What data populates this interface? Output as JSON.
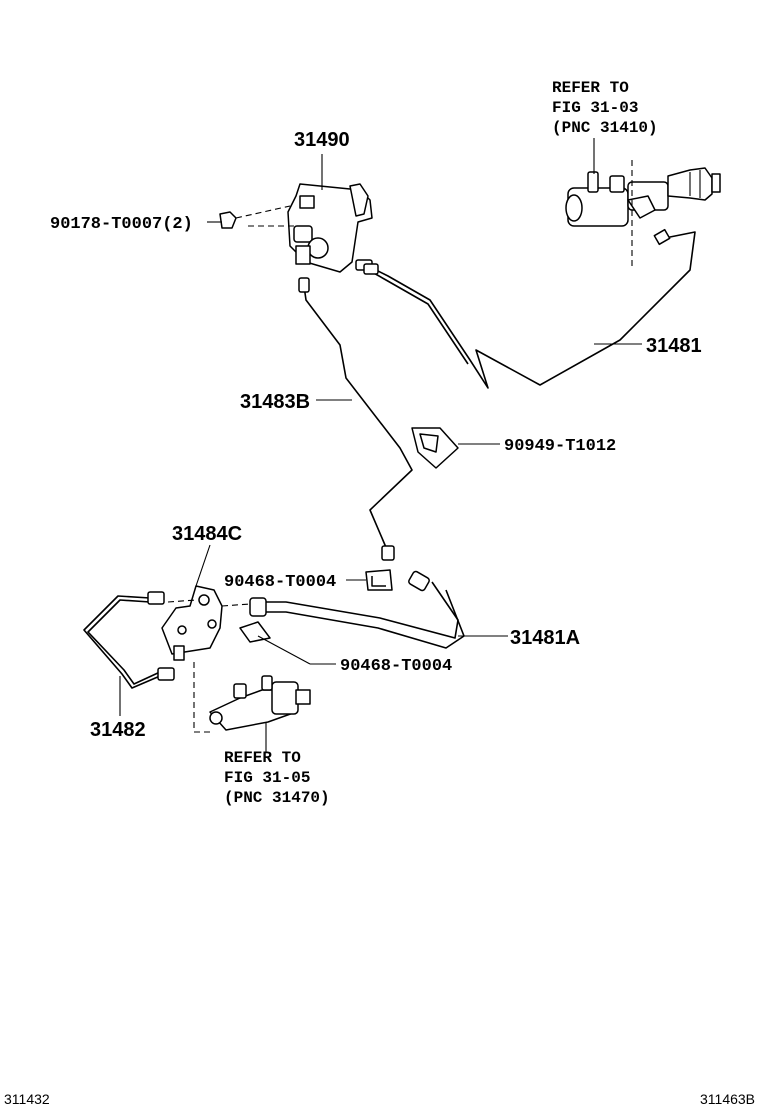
{
  "labels": {
    "p31490": "31490",
    "p90178": "90178-T0007(2)",
    "p31481": "31481",
    "p31483b": "31483B",
    "p90949": "90949-T1012",
    "p31484c": "31484C",
    "p90468a": "90468-T0004",
    "p31481a": "31481A",
    "p90468b": "90468-T0004",
    "p31482": "31482"
  },
  "refer_top": {
    "line1": "REFER TO",
    "line2": "FIG 31-03",
    "line3": "(PNC 31410)"
  },
  "refer_bottom": {
    "line1": "REFER TO",
    "line2": "FIG 31-05",
    "line3": "(PNC 31470)"
  },
  "footer": {
    "left_code": "311432",
    "right_code": "311463B"
  }
}
